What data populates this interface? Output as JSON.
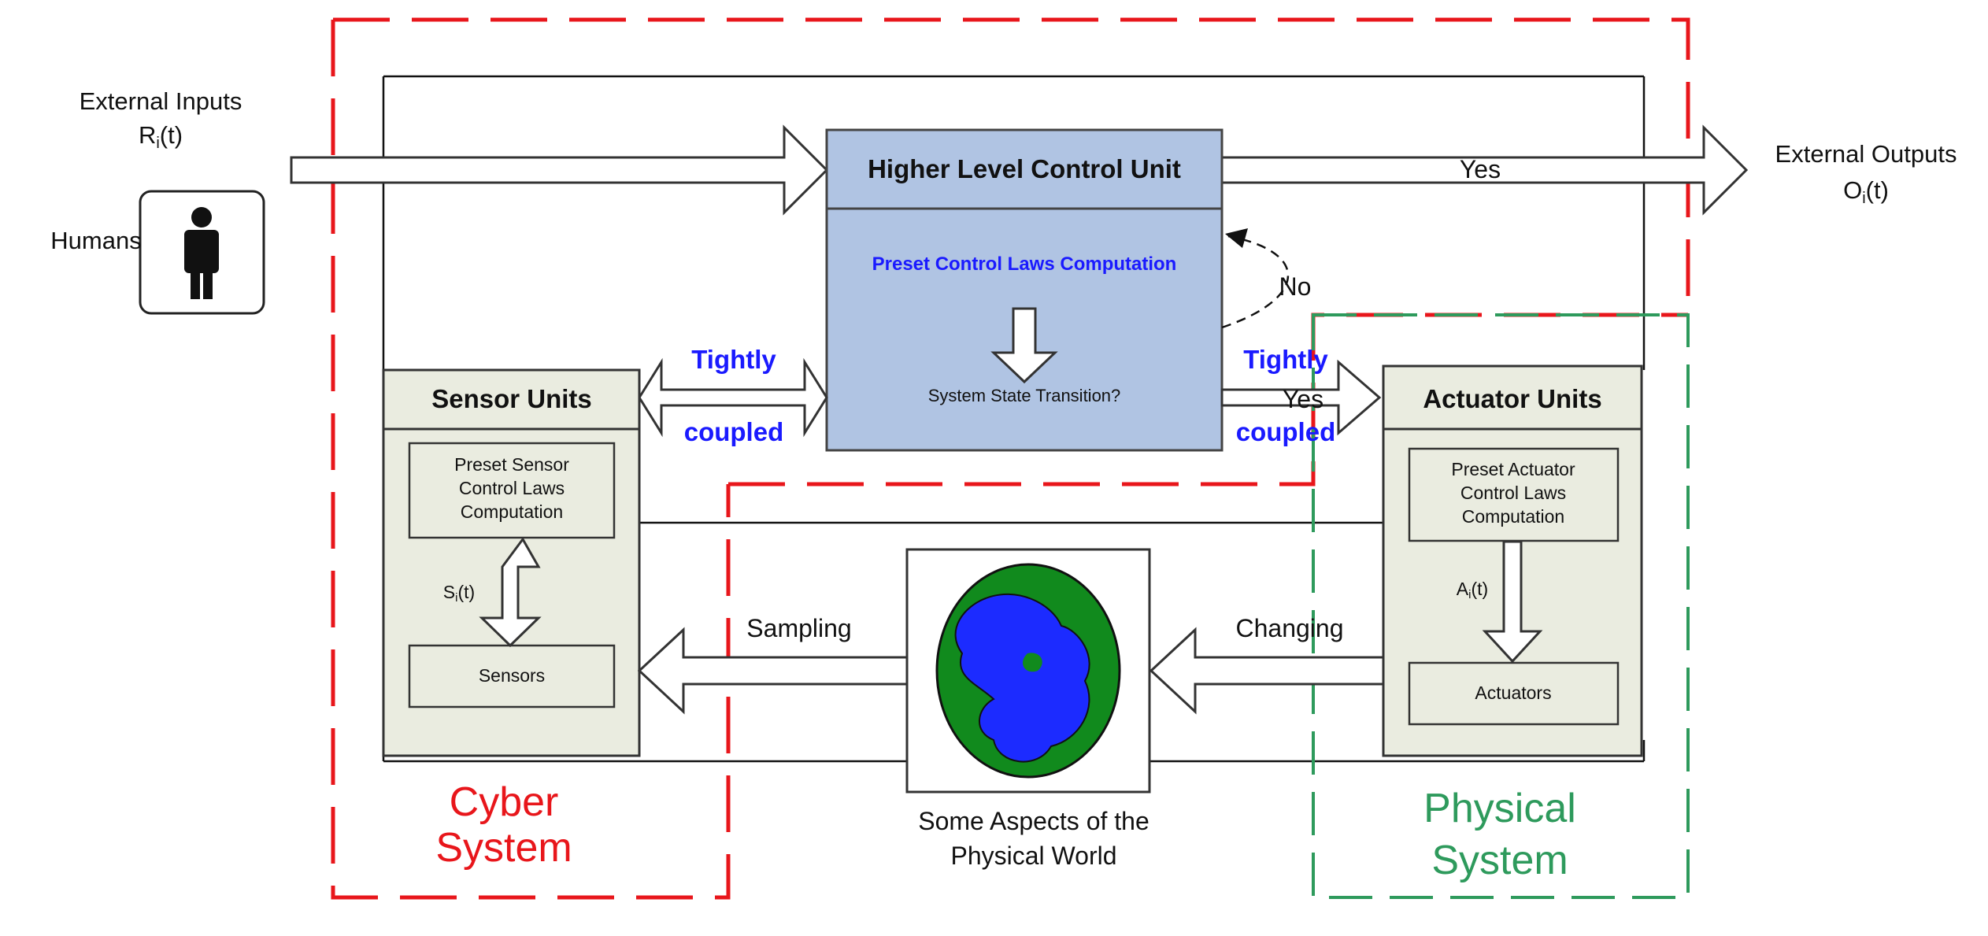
{
  "colors": {
    "cyber_boundary": "#e8161b",
    "physical_boundary": "#2e9a5c",
    "control_unit_fill": "#b0c4e3",
    "unit_fill": "#eaece0",
    "blue_text": "#1a1aff",
    "earth_green": "#118a1d",
    "earth_blue": "#1c2bff"
  },
  "external_inputs": {
    "title": "External Inputs",
    "symbol": "R",
    "sub": "i",
    "args": "(t)"
  },
  "humans": {
    "label": "Humans",
    "icon": "person-icon"
  },
  "external_outputs": {
    "title": "External Outputs",
    "symbol": "O",
    "sub": "i",
    "args": "(t)"
  },
  "control_unit": {
    "title": "Higher Level Control Unit",
    "laws": "Preset Control Laws Computation",
    "question": "System State Transition?",
    "yes_top": "Yes",
    "yes_bottom": "Yes",
    "no": "No"
  },
  "left_coupling": {
    "line1": "Tightly",
    "line2": "coupled"
  },
  "right_coupling": {
    "line1": "Tightly",
    "line2": "coupled"
  },
  "sensor_units": {
    "title": "Sensor Units",
    "laws_lines": [
      "Preset Sensor",
      "Control Laws",
      "Computation"
    ],
    "signal": {
      "symbol": "S",
      "sub": "i",
      "args": "(t)"
    },
    "sensors": "Sensors"
  },
  "actuator_units": {
    "title": "Actuator Units",
    "laws_lines": [
      "Preset Actuator",
      "Control Laws",
      "Computation"
    ],
    "signal": {
      "symbol": "A",
      "sub": "i",
      "args": "(t)"
    },
    "actuators": "Actuators"
  },
  "physical_world": {
    "label_lines": [
      "Some Aspects of the",
      "Physical World"
    ],
    "icon": "earth-icon"
  },
  "sampling": "Sampling",
  "changing": "Changing",
  "cyber_system": {
    "lines": [
      "Cyber",
      "System"
    ]
  },
  "physical_system": {
    "lines": [
      "Physical",
      "System"
    ]
  }
}
